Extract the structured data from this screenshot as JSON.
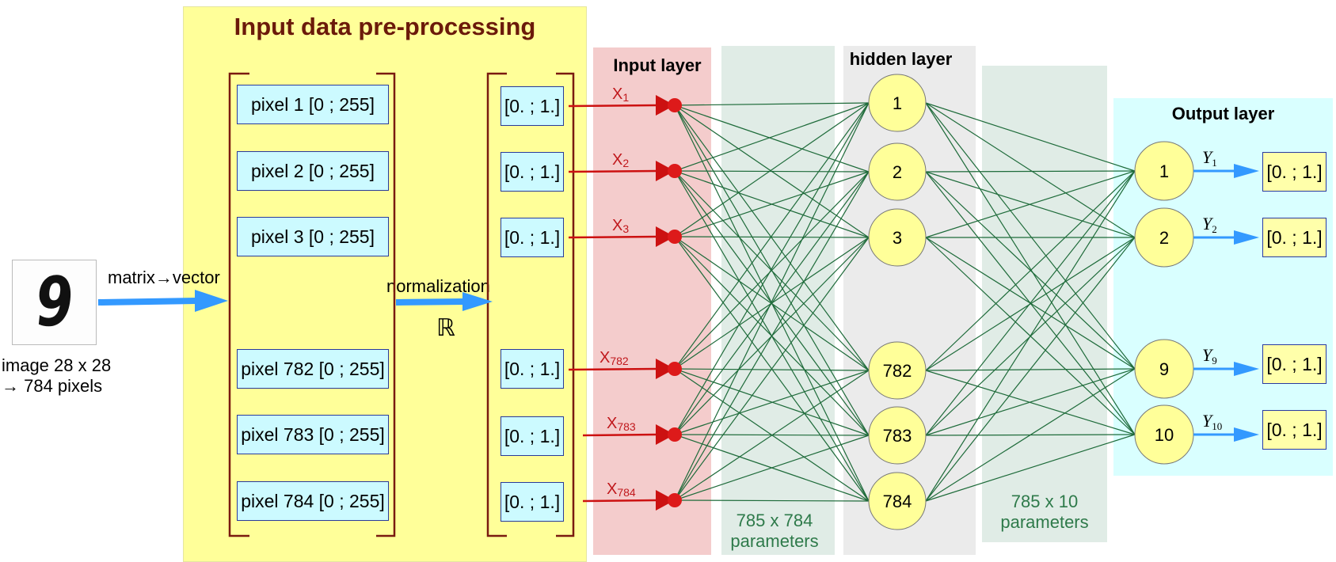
{
  "colors": {
    "preprocessing_bg": "#ffff99",
    "preprocessing_title": "#6b1a0a",
    "input_layer_bg": "#f4cccc",
    "param_bg": "#e0ece6",
    "hidden_bg": "#ebebeb",
    "output_bg": "#d9ffff",
    "node_fill": "#ffff99",
    "connection": "#1e6b3a",
    "input_arrow": "#cc1111",
    "output_arrow": "#3399ff",
    "param_text": "#2e7a4a"
  },
  "preprocessing": {
    "title": "Input data pre-processing",
    "pixel_labels": [
      "pixel 1 [0 ; 255]",
      "pixel 2 [0 ; 255]",
      "pixel 3 [0 ; 255]",
      "pixel 782 [0 ; 255]",
      "pixel 783 [0 ; 255]",
      "pixel 784 [0 ; 255]"
    ],
    "normalized_labels": [
      "[0. ; 1.]",
      "[0. ; 1.]",
      "[0. ; 1.]",
      "[0. ; 1.]",
      "[0. ; 1.]",
      "[0. ; 1.]"
    ],
    "normalization_label": "normalization",
    "real_symbol": "ℝ"
  },
  "image": {
    "caption_line1": "image 28 x 28",
    "caption_line2": "→ 784 pixels",
    "arrow_label": "matrix→vector",
    "digit": "9"
  },
  "input_layer": {
    "title": "Input layer",
    "x_labels": [
      {
        "base": "X",
        "sub": "1"
      },
      {
        "base": "X",
        "sub": "2"
      },
      {
        "base": "X",
        "sub": "3"
      },
      {
        "base": "X",
        "sub": "782"
      },
      {
        "base": "X",
        "sub": "783"
      },
      {
        "base": "X",
        "sub": "784"
      }
    ]
  },
  "hidden_layer": {
    "title": "hidden layer",
    "nodes": [
      "1",
      "2",
      "3",
      "782",
      "783",
      "784"
    ]
  },
  "params": {
    "first_line1": "785 x 784",
    "first_line2": "parameters",
    "second_line1": "785 x 10",
    "second_line2": "parameters"
  },
  "output_layer": {
    "title": "Output layer",
    "nodes": [
      "1",
      "2",
      "9",
      "10"
    ],
    "y_labels": [
      {
        "base": "Y",
        "sub": "1"
      },
      {
        "base": "Y",
        "sub": "2"
      },
      {
        "base": "Y",
        "sub": "9"
      },
      {
        "base": "Y",
        "sub": "10"
      }
    ],
    "value_labels": [
      "[0. ; 1.]",
      "[0. ; 1.]",
      "[0. ; 1.]",
      "[0. ; 1.]"
    ]
  }
}
